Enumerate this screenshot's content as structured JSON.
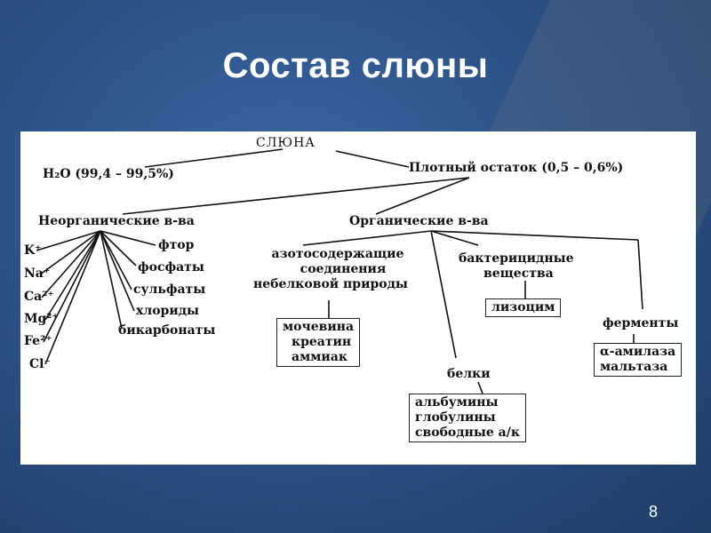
{
  "slide": {
    "title": "Состав слюны",
    "page_number": "8"
  },
  "diagram": {
    "root": "СЛЮНА",
    "water": "H₂O (99,4 – 99,5%)",
    "dry_residue": "Плотный остаток (0,5 – 0,6%)",
    "inorganic": {
      "label": "Неорганические в-ва",
      "cations": [
        "K⁺",
        "Na⁺",
        "Ca²⁺",
        "Mg²⁺",
        "Fe²⁺",
        "Cl⁻"
      ],
      "anions": [
        "фтор",
        "фосфаты",
        "сульфаты",
        "хлориды",
        "бикарбонаты"
      ]
    },
    "organic": {
      "label": "Органические в-ва",
      "nitrogen": {
        "label_lines": [
          "азотосодержащие",
          "соединения",
          "небелковой природы"
        ],
        "items": [
          "мочевина",
          "креатин",
          "аммиак"
        ]
      },
      "bactericidal": {
        "label_lines": [
          "бактерицидные",
          "вещества"
        ],
        "items": [
          "лизоцим"
        ]
      },
      "proteins": {
        "label": "белки",
        "items": [
          "альбумины",
          "глобулины",
          "свободные а/к"
        ]
      },
      "enzymes": {
        "label": "ферменты",
        "items": [
          "α-амилаза",
          "мальтаза"
        ]
      }
    }
  }
}
